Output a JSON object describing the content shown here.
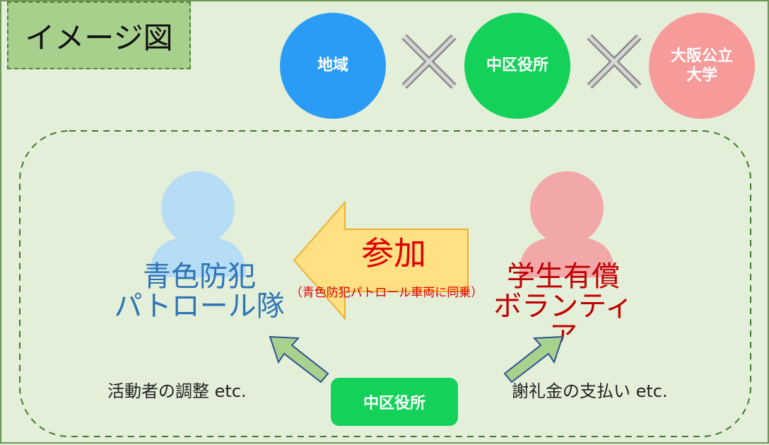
{
  "title": "イメージ図",
  "partners": {
    "left": "地域",
    "center": "中区役所",
    "right_line1": "大阪公立",
    "right_line2": "大学"
  },
  "left_group": {
    "line1": "青色防犯",
    "line2": "パトロール隊"
  },
  "right_group": {
    "line1": "学生有償",
    "line2": "ボランティア"
  },
  "arrow": {
    "label": "参加",
    "note": "（青色防犯パトロール車両に同乗）"
  },
  "bottom": {
    "left_note": "活動者の調整 etc.",
    "right_note": "謝礼金の支払い etc.",
    "office": "中区役所"
  },
  "colors": {
    "background": "#e3efd9",
    "title_fill": "#a8d08d",
    "blue_circle": "#2b9cf6",
    "green_circle": "#14d15a",
    "pink_circle": "#f79a9a",
    "left_person": "#b7dcf6",
    "right_person": "#f2a8a8",
    "arrow_fill": "#ffe083",
    "small_arrow_fill": "#a9d18e"
  }
}
